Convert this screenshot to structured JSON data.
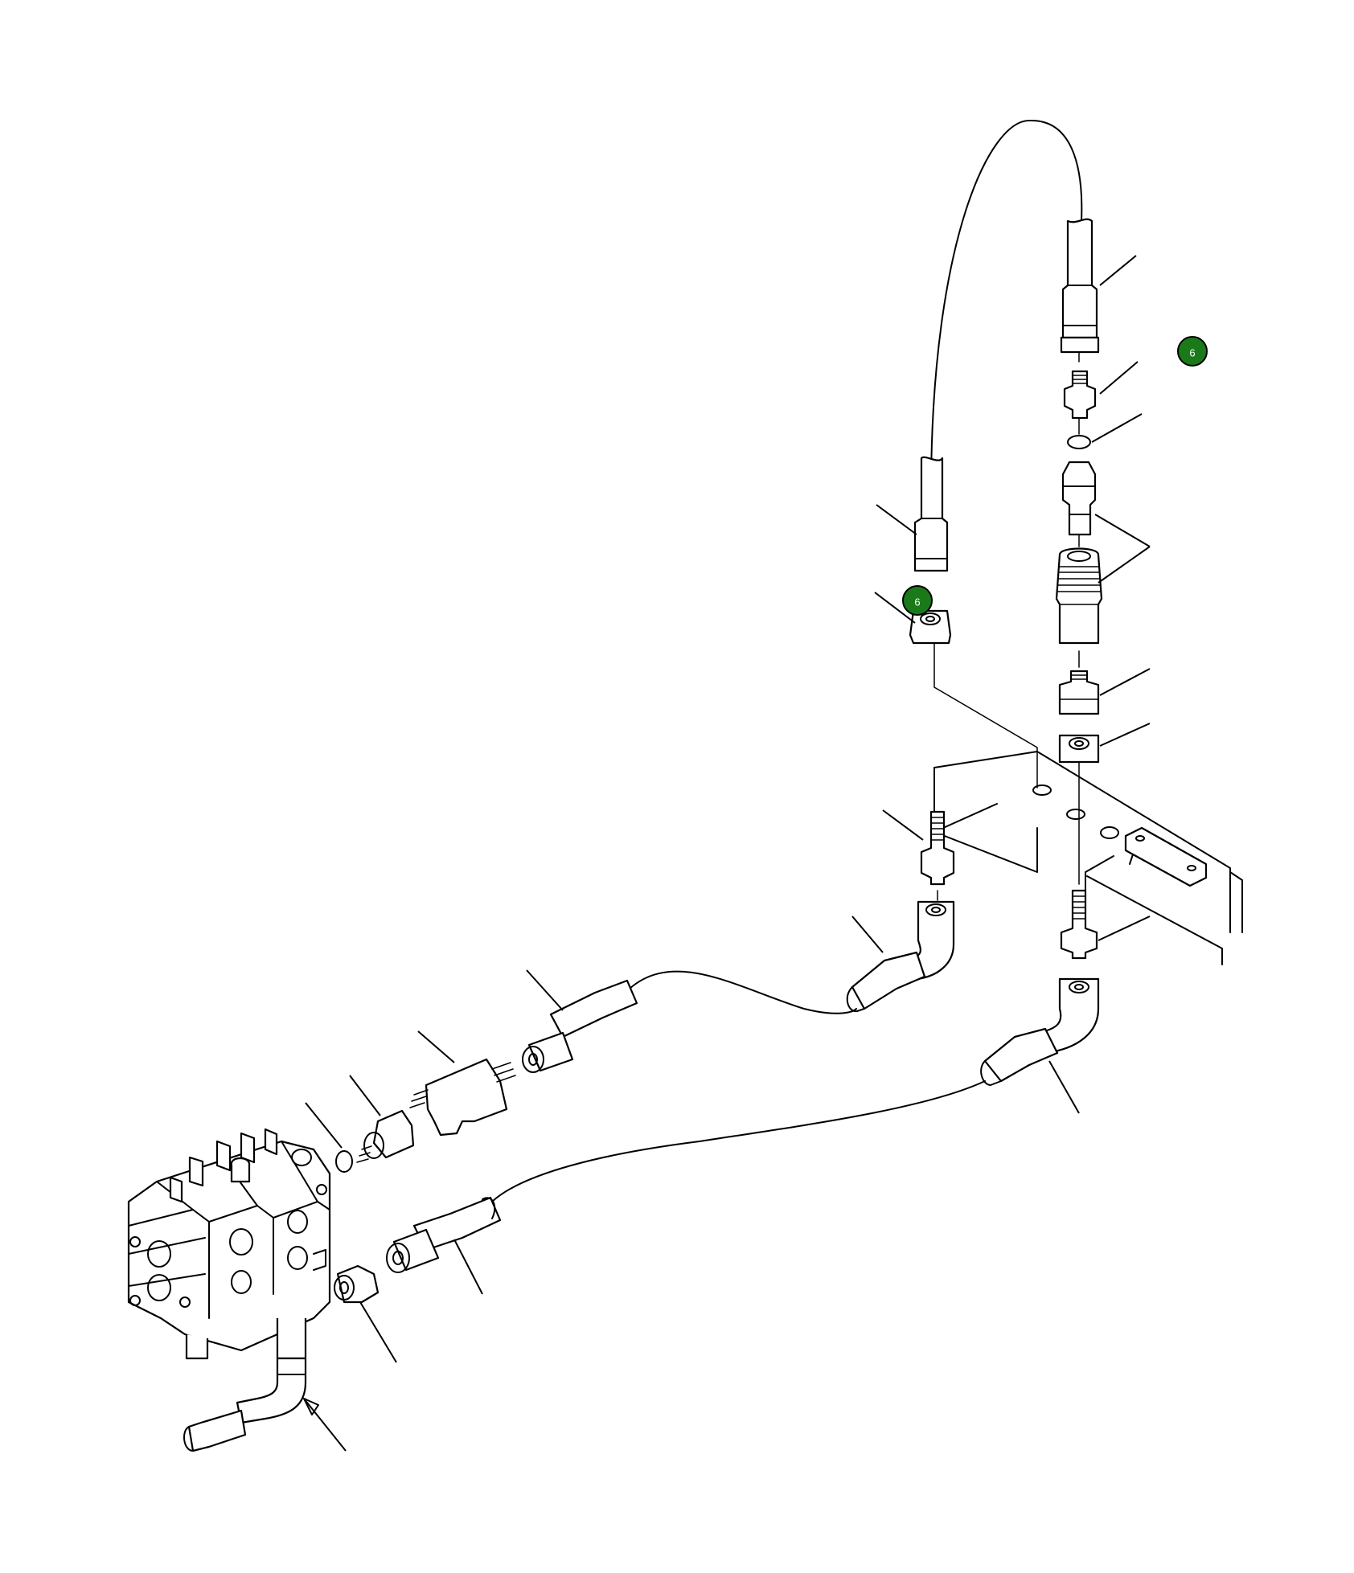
{
  "callouts": [
    {
      "id": "callout-a",
      "label": "6"
    },
    {
      "id": "callout-b",
      "label": "6"
    }
  ],
  "colors": {
    "callout_fill": "#1a7a1a",
    "line": "#000000",
    "background": "#ffffff"
  }
}
